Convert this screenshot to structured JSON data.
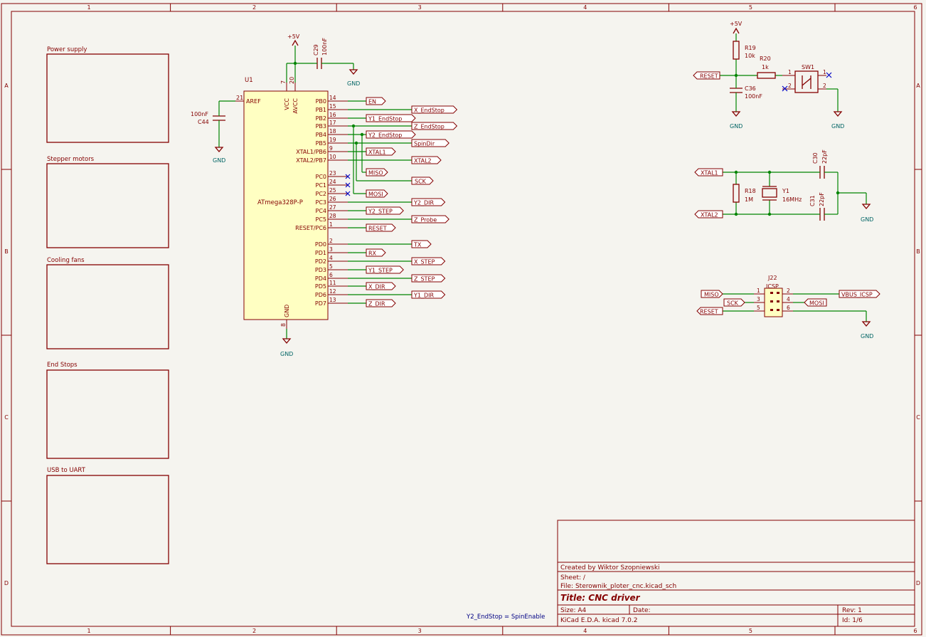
{
  "colors": {
    "background": "#f5f4ef",
    "frame": "#840000",
    "wire": "#008400",
    "symbol_fill": "#ffffc2",
    "no_connect": "#0000c4",
    "note": "#000084"
  },
  "border": {
    "columns": [
      "1",
      "2",
      "3",
      "4",
      "5",
      "6"
    ],
    "rows": [
      "A",
      "B",
      "C",
      "D"
    ]
  },
  "sheets": [
    "Power supply",
    "Stepper motors",
    "Cooling fans",
    "End Stops",
    "USB to UART"
  ],
  "mcu": {
    "ref": "U1",
    "value": "ATmega328P-P",
    "top_pins": [
      {
        "num": "7",
        "name": "VCC"
      },
      {
        "num": "20",
        "name": "AVCC"
      }
    ],
    "aref": {
      "num": "21",
      "name": "AREF"
    },
    "gnd_pin": {
      "num": "8",
      "name": "GND"
    },
    "right_pins": [
      {
        "num": "14",
        "name": "PB0",
        "label": "EN"
      },
      {
        "num": "15",
        "name": "PB1",
        "label": "X_EndStop"
      },
      {
        "num": "16",
        "name": "PB2",
        "label": "Y1_EndStop"
      },
      {
        "num": "17",
        "name": "PB3",
        "label": "Z_EndStop"
      },
      {
        "num": "18",
        "name": "PB4",
        "label": "Y2_EndStop"
      },
      {
        "num": "19",
        "name": "PB5",
        "label": "SpinDir"
      },
      {
        "num": "9",
        "name": "XTAL1/PB6",
        "label": "XTAL1"
      },
      {
        "num": "10",
        "name": "XTAL2/PB7",
        "label": "XTAL2"
      },
      {
        "num": "23",
        "name": "PC0",
        "label": ""
      },
      {
        "num": "24",
        "name": "PC1",
        "label": ""
      },
      {
        "num": "25",
        "name": "PC2",
        "label": ""
      },
      {
        "num": "26",
        "name": "PC3",
        "label": "Y2_DIR"
      },
      {
        "num": "27",
        "name": "PC4",
        "label": "Y2_STEP"
      },
      {
        "num": "28",
        "name": "PC5",
        "label": "Z_Probe"
      },
      {
        "num": "1",
        "name": "RESET/PC6",
        "label": "RESET"
      },
      {
        "num": "2",
        "name": "PD0",
        "label": "TX"
      },
      {
        "num": "3",
        "name": "PD1",
        "label": "RX"
      },
      {
        "num": "4",
        "name": "PD2",
        "label": "X_STEP"
      },
      {
        "num": "5",
        "name": "PD3",
        "label": "Y1_STEP"
      },
      {
        "num": "6",
        "name": "PD4",
        "label": "Z_STEP"
      },
      {
        "num": "11",
        "name": "PD5",
        "label": "X_DIR"
      },
      {
        "num": "12",
        "name": "PD6",
        "label": "Y1_DIR"
      },
      {
        "num": "13",
        "name": "PD7",
        "label": "Z_DIR"
      }
    ],
    "extra_labels": [
      "MISO",
      "SCK",
      "MOSI"
    ]
  },
  "power": {
    "vcc": "+5V",
    "gnd": "GND"
  },
  "caps": {
    "c29": {
      "ref": "C29",
      "value": "100nF"
    },
    "c44": {
      "ref": "C44",
      "value": "100nF"
    },
    "c36": {
      "ref": "C36",
      "value": "100nF"
    },
    "c30": {
      "ref": "C30",
      "value": "22pF"
    },
    "c31": {
      "ref": "C31",
      "value": "22pF"
    }
  },
  "reset_circuit": {
    "r19": {
      "ref": "R19",
      "value": "10k"
    },
    "r20": {
      "ref": "R20",
      "value": "1k"
    },
    "sw1": {
      "ref": "SW1",
      "pins": [
        "1",
        "1",
        "2",
        "2"
      ]
    },
    "label": "RESET"
  },
  "crystal": {
    "r18": {
      "ref": "R18",
      "value": "1M"
    },
    "y1": {
      "ref": "Y1",
      "value": "16MHz"
    },
    "labels": [
      "XTAL1",
      "XTAL2"
    ]
  },
  "icsp": {
    "ref": "J22",
    "value": "ICSP",
    "pins": [
      "1",
      "2",
      "3",
      "4",
      "5",
      "6"
    ],
    "left_labels": [
      "MISO",
      "SCK",
      "RESET"
    ],
    "right_labels": [
      "VBUS_ICSP",
      "MOSI"
    ]
  },
  "note": "Y2_EndStop = SpinEnable",
  "title_block": {
    "created_by": "Created by Wiktor Szopniewski",
    "sheet": "Sheet: /",
    "file": "File: Sterownik_ploter_cnc.kicad_sch",
    "title": "Title: CNC driver",
    "size": "Size: A4",
    "date": "Date:",
    "rev": "Rev: 1",
    "tool": "KiCad E.D.A.  kicad 7.0.2",
    "id": "Id: 1/6"
  }
}
